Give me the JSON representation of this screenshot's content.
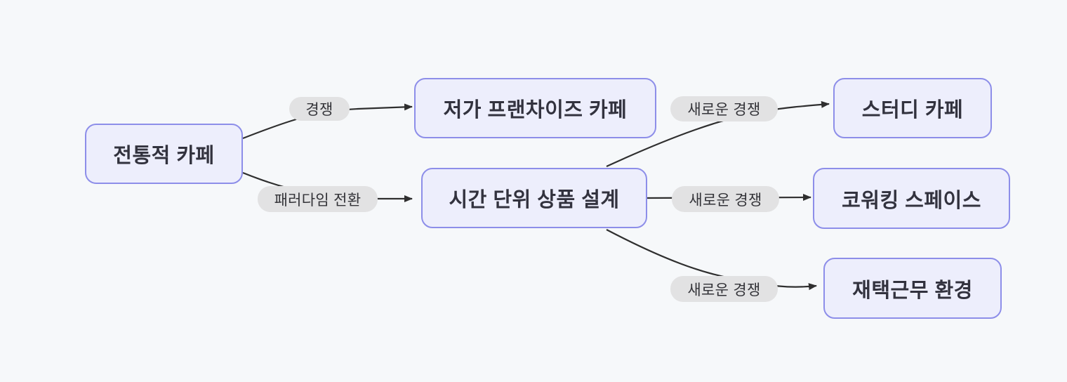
{
  "diagram": {
    "type": "flowchart-LR",
    "nodes": [
      {
        "id": "traditional-cafe",
        "label": "전통적 카페"
      },
      {
        "id": "low-price-franchise-cafe",
        "label": "저가 프랜차이즈 카페"
      },
      {
        "id": "time-unit-product-design",
        "label": "시간 단위 상품 설계"
      },
      {
        "id": "study-cafe",
        "label": "스터디 카페"
      },
      {
        "id": "coworking-space",
        "label": "코워킹 스페이스"
      },
      {
        "id": "remote-work-environment",
        "label": "재택근무 환경"
      }
    ],
    "edges": [
      {
        "from": "전통적 카페",
        "to": "저가 프랜차이즈 카페",
        "label": "경쟁"
      },
      {
        "from": "전통적 카페",
        "to": "시간 단위 상품 설계",
        "label": "패러다임 전환"
      },
      {
        "from": "시간 단위 상품 설계",
        "to": "스터디 카페",
        "label": "새로운 경쟁"
      },
      {
        "from": "시간 단위 상품 설계",
        "to": "코워킹 스페이스",
        "label": "새로운 경쟁"
      },
      {
        "from": "시간 단위 상품 설계",
        "to": "재택근무 환경",
        "label": "새로운 경쟁"
      }
    ],
    "colors": {
      "background": "#f6f8fa",
      "node_fill": "#edeefc",
      "node_border": "#8d8ee9",
      "node_text": "#32323e",
      "edge_label_bg": "#e2e2e3",
      "edge_label_text": "#333338",
      "edge_line": "#2f2f2f"
    }
  }
}
